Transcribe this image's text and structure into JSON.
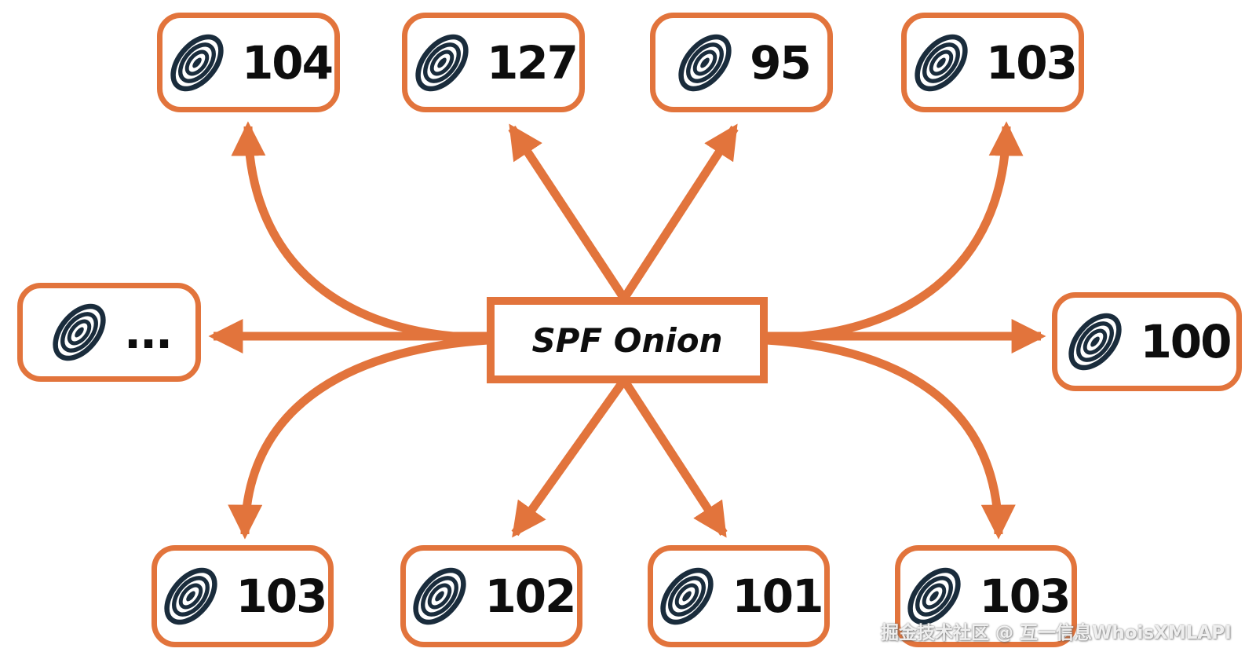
{
  "diagram": {
    "center_label": "SPF Onion",
    "nodes": [
      {
        "id": "top-1",
        "label": "104",
        "icon": "onion-icon"
      },
      {
        "id": "top-2",
        "label": "127",
        "icon": "onion-icon"
      },
      {
        "id": "top-3",
        "label": "95",
        "icon": "onion-icon"
      },
      {
        "id": "top-4",
        "label": "103",
        "icon": "onion-icon"
      },
      {
        "id": "mid-left",
        "label": "...",
        "icon": "onion-icon"
      },
      {
        "id": "mid-right",
        "label": "100",
        "icon": "onion-icon"
      },
      {
        "id": "bot-1",
        "label": "103",
        "icon": "onion-icon"
      },
      {
        "id": "bot-2",
        "label": "102",
        "icon": "onion-icon"
      },
      {
        "id": "bot-3",
        "label": "101",
        "icon": "onion-icon"
      },
      {
        "id": "bot-4",
        "label": "103",
        "icon": "onion-icon"
      }
    ],
    "edges": [
      {
        "from": "center",
        "to": "top-1"
      },
      {
        "from": "center",
        "to": "top-2"
      },
      {
        "from": "center",
        "to": "top-3"
      },
      {
        "from": "center",
        "to": "top-4"
      },
      {
        "from": "center",
        "to": "mid-left"
      },
      {
        "from": "center",
        "to": "mid-right"
      },
      {
        "from": "center",
        "to": "bot-1"
      },
      {
        "from": "center",
        "to": "bot-2"
      },
      {
        "from": "center",
        "to": "bot-3"
      },
      {
        "from": "center",
        "to": "bot-4"
      }
    ],
    "colors": {
      "accent_orange": "#E2743C",
      "onion_navy": "#1A2C3C",
      "text_black": "#0D0D0D",
      "background": "#FFFFFF"
    }
  },
  "watermark": {
    "text": "掘金技术社区 @ 互一信息WhoisXMLAPI"
  }
}
